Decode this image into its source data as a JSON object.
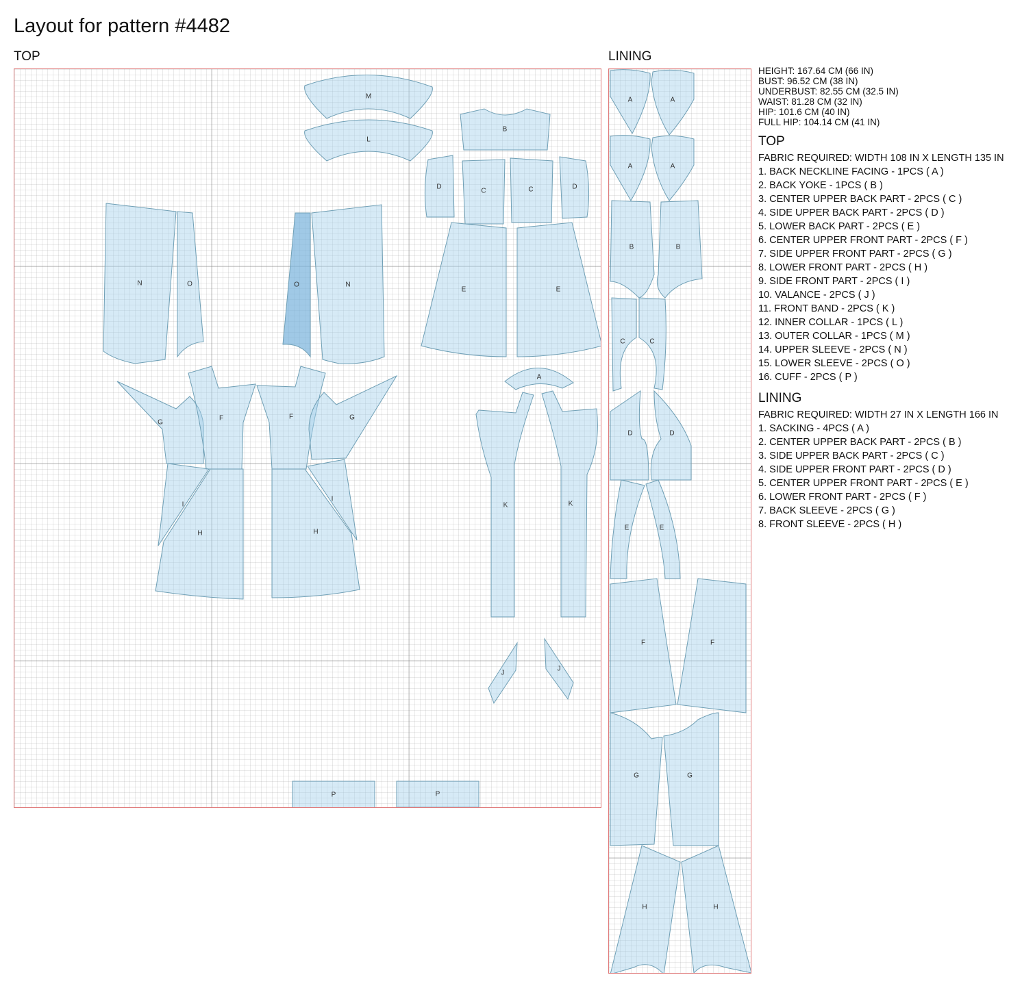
{
  "title": "Layout for pattern #4482",
  "layouts": {
    "top": {
      "label": "TOP"
    },
    "lining": {
      "label": "LINING"
    }
  },
  "measurements": [
    "HEIGHT: 167.64 CM (66 IN)",
    "BUST: 96.52 CM (38 IN)",
    "UNDERBUST: 82.55 CM (32.5 IN)",
    "WAIST: 81.28 CM (32 IN)",
    "HIP: 101.6 CM (40 IN)",
    "FULL HIP: 104.14 CM (41 IN)"
  ],
  "top_section": {
    "heading": "TOP",
    "fabric": "FABRIC REQUIRED: WIDTH 108 IN X LENGTH 135 IN",
    "pieces": [
      "1. BACK NECKLINE FACING - 1PCS ( A )",
      "2. BACK YOKE - 1PCS ( B )",
      "3. CENTER UPPER BACK PART - 2PCS ( C )",
      "4. SIDE UPPER BACK PART - 2PCS ( D )",
      "5. LOWER BACK PART - 2PCS ( E )",
      "6. CENTER UPPER FRONT PART - 2PCS ( F )",
      "7. SIDE UPPER FRONT PART - 2PCS ( G )",
      "8. LOWER FRONT PART - 2PCS ( H )",
      "9. SIDE FRONT PART - 2PCS ( I )",
      "10. VALANCE - 2PCS ( J )",
      "11. FRONT BAND - 2PCS ( K )",
      "12. INNER COLLAR - 1PCS ( L )",
      "13. OUTER COLLAR - 1PCS ( M )",
      "14. UPPER SLEEVE - 2PCS ( N )",
      "15. LOWER SLEEVE - 2PCS ( O )",
      "16. CUFF - 2PCS ( P )"
    ]
  },
  "lining_section": {
    "heading": "LINING",
    "fabric": "FABRIC REQUIRED: WIDTH 27 IN X LENGTH 166 IN",
    "pieces": [
      "1. SACKING - 4PCS ( A )",
      "2. CENTER UPPER BACK PART - 2PCS ( B )",
      "3. SIDE UPPER BACK PART - 2PCS ( C )",
      "4. SIDE UPPER FRONT PART - 2PCS ( D )",
      "5. CENTER UPPER FRONT PART - 2PCS ( E )",
      "6. LOWER FRONT PART - 2PCS ( F )",
      "7. BACK SLEEVE - 2PCS ( G )",
      "8. FRONT SLEEVE - 2PCS ( H )"
    ]
  },
  "piece_letters": {
    "top": [
      "M",
      "L",
      "B",
      "D",
      "C",
      "C",
      "D",
      "E",
      "E",
      "N",
      "O",
      "O",
      "N",
      "G",
      "F",
      "F",
      "G",
      "I",
      "H",
      "H",
      "I",
      "A",
      "K",
      "K",
      "J",
      "J",
      "P",
      "P"
    ],
    "lining": [
      "A",
      "A",
      "A",
      "A",
      "B",
      "B",
      "C",
      "C",
      "D",
      "D",
      "E",
      "E",
      "F",
      "F",
      "G",
      "G",
      "H",
      "H"
    ]
  },
  "colors": {
    "piece_fill": "#a4d0ec",
    "piece_dark": "#78b2dc",
    "piece_stroke": "#6f9fb5",
    "sheet_border": "#e07a7a"
  }
}
